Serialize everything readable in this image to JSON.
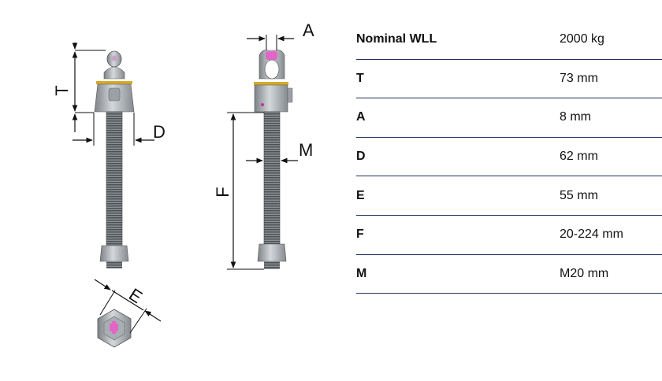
{
  "specs": [
    {
      "label": "Nominal WLL",
      "value": "2000 kg"
    },
    {
      "label": "T",
      "value": "73 mm"
    },
    {
      "label": "A",
      "value": "8 mm"
    },
    {
      "label": "D",
      "value": "62 mm"
    },
    {
      "label": "E",
      "value": "55 mm"
    },
    {
      "label": "F",
      "value": "20-224 mm"
    },
    {
      "label": "M",
      "value": "M20 mm"
    }
  ],
  "dimension_labels": {
    "T": "T",
    "D": "D",
    "A": "A",
    "M": "M",
    "F": "F",
    "E": "E"
  }
}
